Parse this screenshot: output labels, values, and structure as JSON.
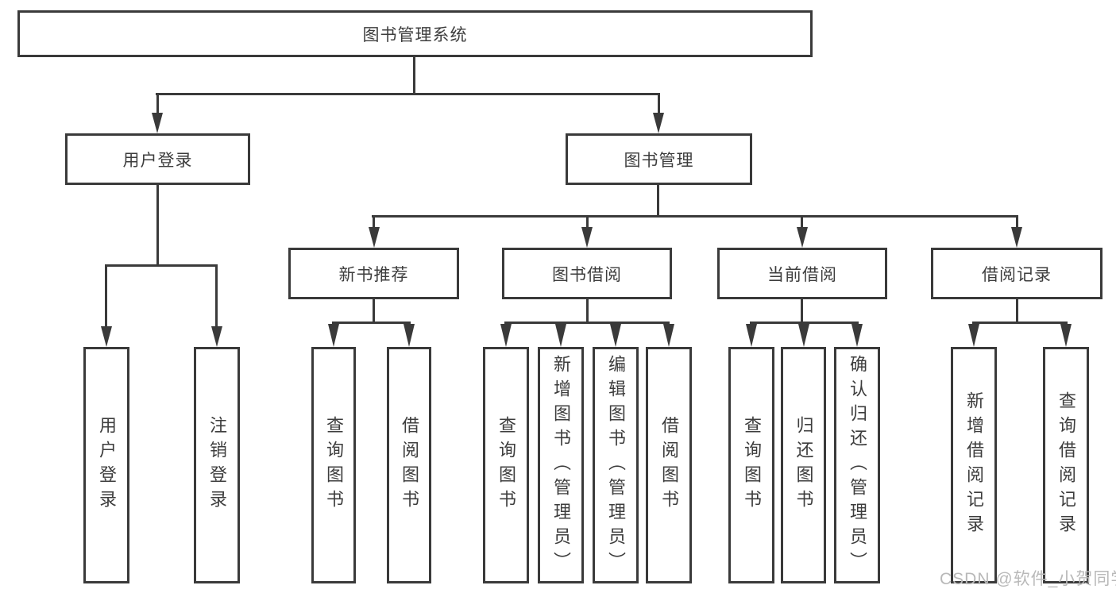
{
  "colors": {
    "line": "#3a3a3a",
    "text": "#3d3d3d",
    "watermark": "#b9b9b9",
    "background": "#ffffff"
  },
  "watermark": {
    "text": "CSDN @软件_小贺同学"
  },
  "tree": {
    "root": {
      "label": "图书管理系统"
    },
    "branches": [
      {
        "label": "用户登录",
        "children": [
          {
            "label": "用户登录"
          },
          {
            "label": "注销登录"
          }
        ]
      },
      {
        "label": "图书管理",
        "sections": [
          {
            "label": "新书推荐",
            "children": [
              {
                "label": "查询图书"
              },
              {
                "label": "借阅图书"
              }
            ]
          },
          {
            "label": "图书借阅",
            "children": [
              {
                "label": "查询图书"
              },
              {
                "label": "新增图书（管理员）"
              },
              {
                "label": "编辑图书（管理员）"
              },
              {
                "label": "借阅图书"
              }
            ]
          },
          {
            "label": "当前借阅",
            "children": [
              {
                "label": "查询图书"
              },
              {
                "label": "归还图书"
              },
              {
                "label": "确认归还（管理员）"
              }
            ]
          },
          {
            "label": "借阅记录",
            "children": [
              {
                "label": "新增借阅记录"
              },
              {
                "label": "查询借阅记录"
              }
            ]
          }
        ]
      }
    ]
  }
}
